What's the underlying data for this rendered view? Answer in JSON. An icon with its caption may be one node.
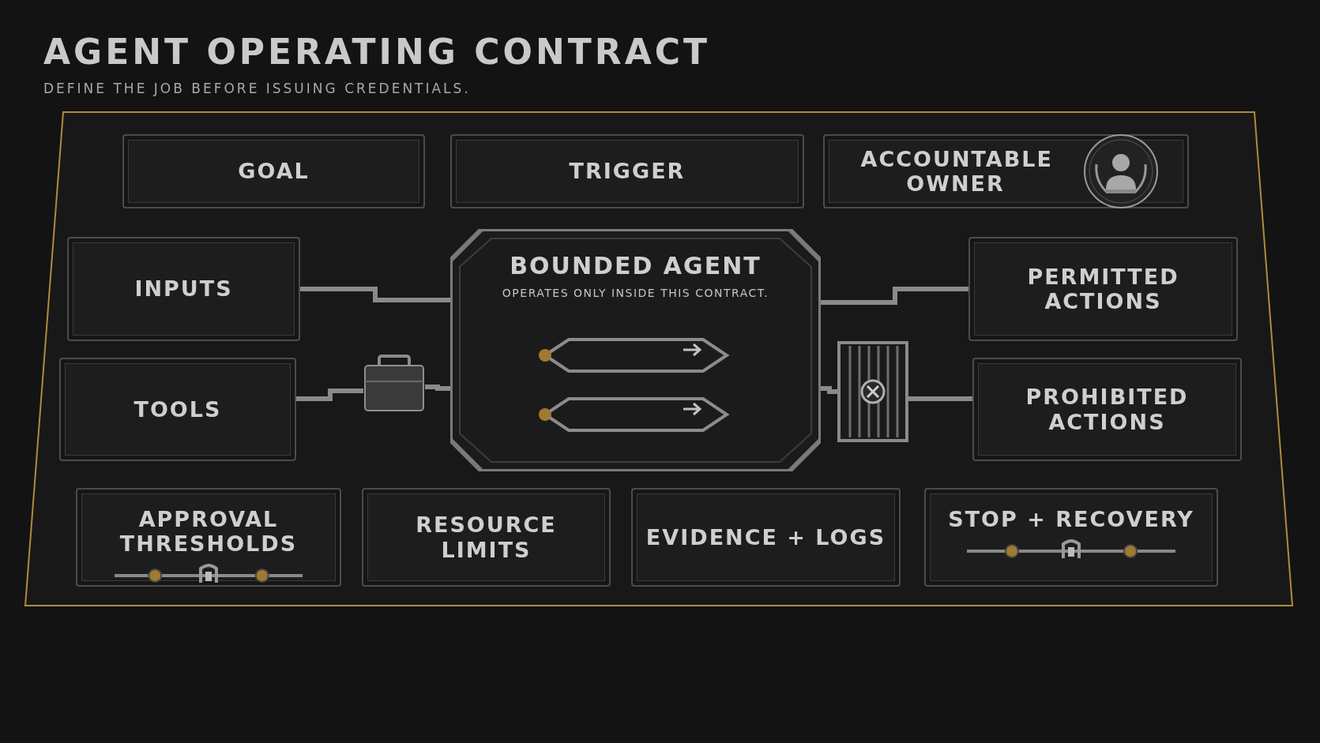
{
  "diagram": {
    "title": "AGENT OPERATING CONTRACT",
    "caption": "DEFINE THE JOB BEFORE ISSUING CREDENTIALS.",
    "nodes": [
      {
        "text": [
          "GOAL"
        ]
      },
      {
        "text": [
          "TRIGGER"
        ]
      },
      {
        "text": [
          "ACCOUNTABLE OWNER"
        ]
      },
      {
        "text": [
          "INPUTS"
        ]
      },
      {
        "text": [
          "BOUNDED AGENT",
          "OPERATES ONLY INSIDE THIS CONTRACT."
        ]
      },
      {
        "text": [
          "PERMITTED ACTIONS"
        ]
      },
      {
        "text": [
          "TOOLS"
        ]
      },
      {
        "text": [],
        "shape": "picture"
      },
      {
        "text": [],
        "shape": "picture"
      },
      {
        "text": [
          "PROHIBITED ACTIONS"
        ]
      },
      {
        "text": [
          "APPROVAL THRESHOLDS"
        ]
      },
      {
        "text": [
          "RESOURCE LIMITS"
        ]
      },
      {
        "text": [
          "EVIDENCE + LOGS"
        ]
      },
      {
        "text": [
          "STOP + RECOVERY"
        ]
      }
    ],
    "edges": [
      {
        "from": 3,
        "to": 4,
        "arrow": "none"
      },
      {
        "from": 6,
        "to": 7,
        "arrow": "none"
      },
      {
        "from": 7,
        "to": 4,
        "arrow": "none"
      },
      {
        "from": 4,
        "to": 5,
        "arrow": "none"
      },
      {
        "from": 4,
        "to": 8,
        "arrow": "none"
      },
      {
        "from": 8,
        "to": 9,
        "arrow": "none"
      }
    ]
  }
}
